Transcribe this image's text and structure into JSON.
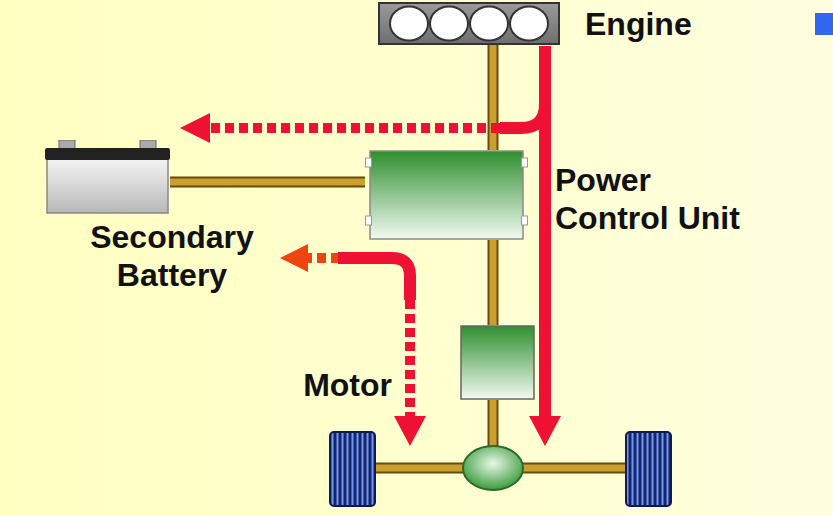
{
  "diagram": {
    "nodes": [
      {
        "text": [
          "Engine"
        ]
      },
      {
        "text": [
          "Power Control Unit"
        ]
      },
      {
        "text": [
          "Secondary Battery"
        ]
      },
      {
        "text": [
          "Motor"
        ]
      }
    ],
    "edges": [
      {
        "from": 0,
        "to": 1,
        "arrow": "none"
      },
      {
        "from": 2,
        "to": 1,
        "arrow": "none"
      },
      {
        "from": 1,
        "to": 3,
        "arrow": "none"
      }
    ]
  }
}
